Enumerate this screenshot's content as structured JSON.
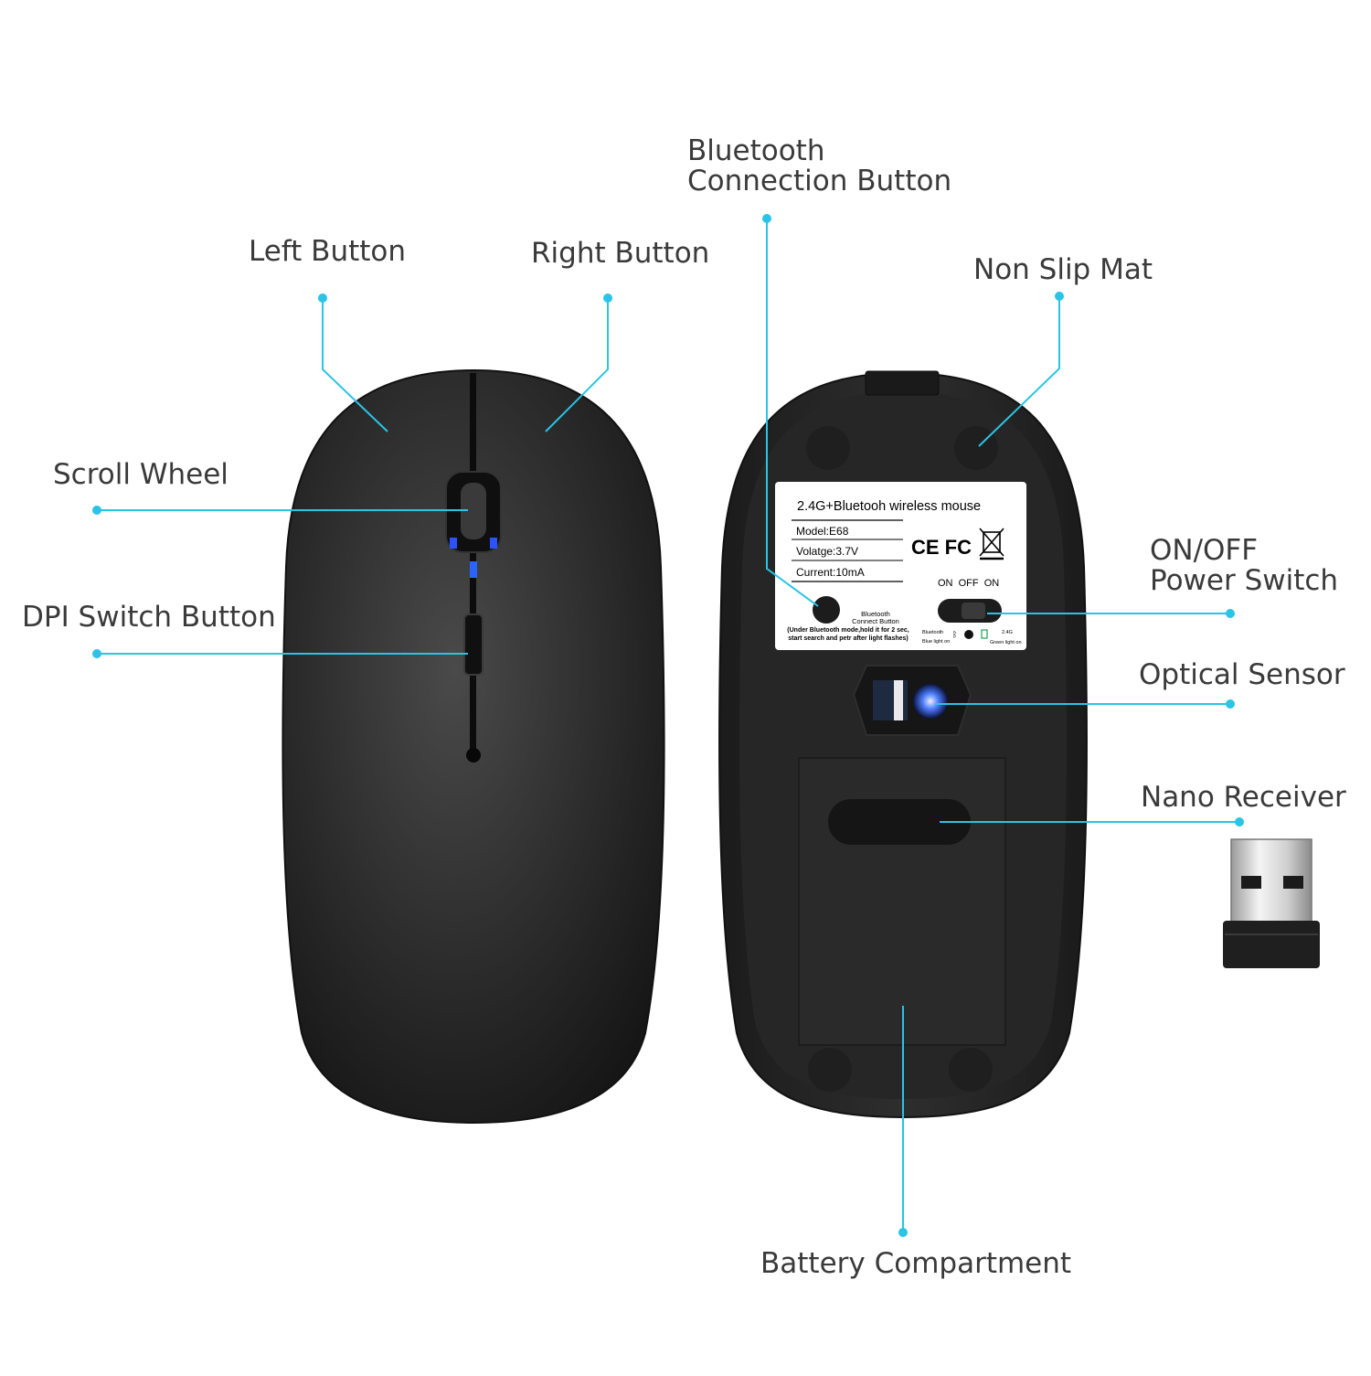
{
  "callouts": {
    "left_button": "Left Button",
    "right_button": "Right Button",
    "bluetooth_button_line1": "Bluetooth",
    "bluetooth_button_line2": "Connection Button",
    "non_slip_mat": "Non Slip Mat",
    "scroll_wheel": "Scroll Wheel",
    "dpi_switch": "DPI Switch Button",
    "power_switch_line1": "ON/OFF",
    "power_switch_line2": "Power Switch",
    "optical_sensor": "Optical Sensor",
    "nano_receiver": "Nano Receiver",
    "battery_compartment": "Battery Compartment"
  },
  "label": {
    "title": "2.4G+Bluetooh wireless mouse",
    "model": "Model:E68",
    "voltage": "Volatge:3.7V",
    "current": "Current:10mA",
    "certifications": "CE FC",
    "switch_positions": "ON  OFF  ON",
    "bt_button_line1": "Bluetooth",
    "bt_button_line2": "Connect Button",
    "bt_note_line1": "(Under Bluetooth mode,hold it for 2 sec,",
    "bt_note_line2": "start search and petr after light flashes)",
    "bt_mode": "Bluetooth",
    "bt_light": "Blue light on",
    "g24_mode": "2.4G",
    "g24_light": "Green light on"
  },
  "colors": {
    "accent": "#29c4e6",
    "mouse_body": "#232323",
    "text": "#3a3a3a"
  }
}
